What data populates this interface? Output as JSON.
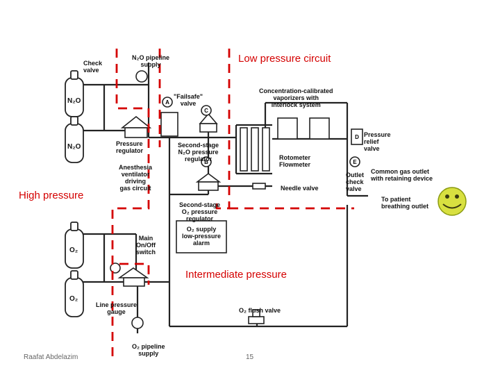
{
  "zones": {
    "low_pressure": "Low pressure circuit",
    "high_pressure": "High pressure",
    "intermediate_pressure": "Intermediate pressure"
  },
  "labels": {
    "check_valve": "Check\nvalve",
    "n2o_pipeline": "N₂O pipeline\nsupply",
    "failsafe_valve": "\"Failsafe\"\nvalve",
    "vaporizers": "Concentration-calibrated\nvaporizers with\ninterlock system",
    "pressure_regulator": "Pressure\nregulator",
    "second_stage_n2o": "Second-stage\nN₂O pressure\nregulator",
    "ventilator": "Anesthesia\nventilator\ndriving\ngas circuit",
    "rotometer": "Rotometer\nFlowmeter",
    "pressure_relief": "Pressure\nrelief\nvalve",
    "outlet_check": "Outlet\ncheck\nvalve",
    "common_gas_outlet": "Common gas outlet\nwith retaining device",
    "needle_valve": "Needle valve",
    "to_patient": "To patient\nbreathing outlet",
    "second_stage_o2": "Second-stage\nO₂ pressure\nregulator",
    "o2_alarm": "O₂ supply\nlow-pressure\nalarm",
    "main_switch": "Main\nOn/Off\nswitch",
    "line_gauge": "Line pressure\ngauge",
    "flush_valve": "O₂ flush valve",
    "o2_pipeline": "O₂ pipeline\nsupply",
    "cyl_n2o_1": "N₂O",
    "cyl_n2o_2": "N₂O",
    "cyl_o2_1": "O₂",
    "cyl_o2_2": "O₂",
    "mark_a": "A",
    "mark_b": "B",
    "mark_c": "C",
    "mark_d": "D",
    "mark_e": "E"
  },
  "footer": {
    "author": "Raafat Abdelazim",
    "page": "15"
  },
  "colors": {
    "zone_border": "#d40000",
    "smiley_fill": "#d8e040",
    "smiley_stroke": "#8a9a10"
  },
  "icons": [
    "smiley-face-icon"
  ]
}
